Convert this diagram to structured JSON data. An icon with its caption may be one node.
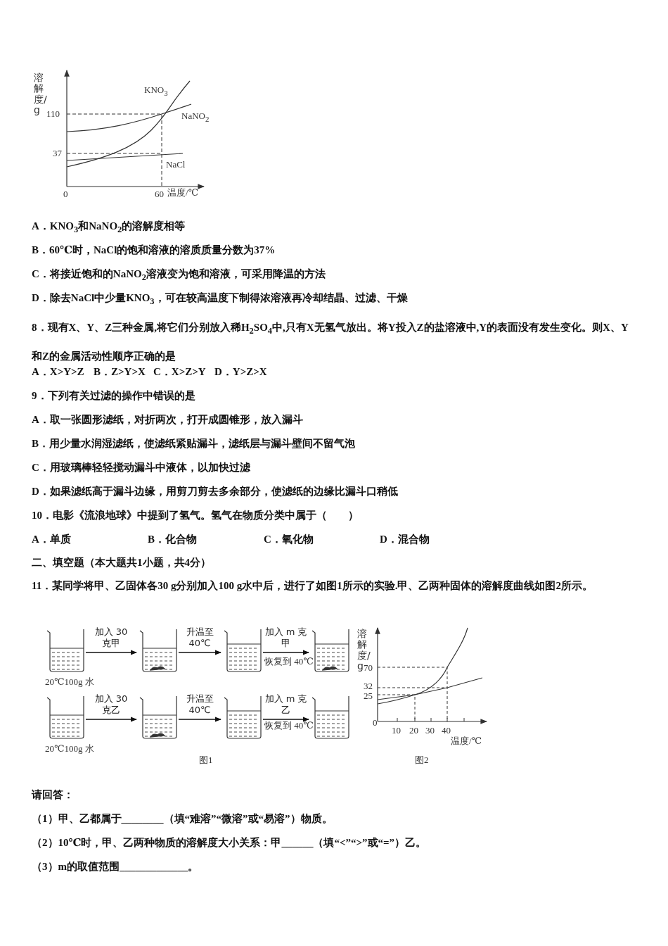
{
  "diagram": {
    "nodes": [
      {
        "text": [],
        "shape": "beaker",
        "beside": [
          "20℃100g 水"
        ]
      },
      {
        "text": [],
        "shape": "beaker"
      },
      {
        "text": [],
        "shape": "beaker"
      },
      {
        "text": [],
        "shape": "beaker"
      },
      {
        "text": [],
        "shape": "beaker",
        "beside": [
          "20℃100g 水"
        ]
      },
      {
        "text": [],
        "shape": "beaker"
      },
      {
        "text": [],
        "shape": "beaker"
      },
      {
        "text": [],
        "shape": "beaker"
      }
    ],
    "edges": [
      {
        "from": 0,
        "to": 1,
        "arrow": "to",
        "label": "加入 30克甲"
      },
      {
        "from": 1,
        "to": 2,
        "arrow": "to",
        "label": "升温至 40℃"
      },
      {
        "from": 2,
        "to": 3,
        "arrow": "to",
        "label": "加入 m 克甲"
      },
      {
        "from": 4,
        "to": 5,
        "arrow": "to",
        "label": "加入 30克乙"
      },
      {
        "from": 5,
        "to": 6,
        "arrow": "to",
        "label": "升温至 40℃"
      },
      {
        "from": 6,
        "to": 7,
        "arrow": "to",
        "label": "加入 m 克乙"
      }
    ],
    "labels": [
      "溶解度/g",
      "KNO$_{3}$",
      "110",
      "NaNO$_{2}$",
      "37",
      "NaCl",
      "0",
      "60",
      "温度/℃",
      "A．KNO$_{3}$和NaNO$_{2}$的溶解度相等",
      "B．60℃时，NaCl的饱和溶液的溶质质量分数为37%",
      "C．将接近饱和的NaNO$_{2}$溶液变为饱和溶液，可采用降温的方法",
      "D．除去NaCl中少量KNO$_{3}$，可在较高温度下制得浓溶液再冷却结晶、过滤、干燥",
      "8．现有X、Y、Z三种金属,将它们分别放入稀H$_{2}$SO$_{4}$中,只有X无氢气放出。将Y投入Z的盐溶液中,Y的表面没有发生变化。则X、Y和Z的金属活动性顺序正确的是",
      "A．X>Y>Z",
      "B．Z>Y>X",
      "C．X>Z>Y",
      "D．Y>Z>X",
      "9．下列有关过滤的操作中错误的是",
      "A．取一张圆形滤纸，对折两次，打开成圆锥形，放入漏斗",
      "B．用少量水润湿滤纸，使滤纸紧贴漏斗，滤纸层与漏斗壁间不留气泡",
      "C．用玻璃棒轻轻搅动漏斗中液体，以加快过滤",
      "D．如果滤纸高于漏斗边缘，用剪刀剪去多余部分，使滤纸的边缘比漏斗口稍低",
      "10．电影《流浪地球》中提到了氢气。氢气在物质分类中属于（　　）",
      "A．单质",
      "B．化合物",
      "C．氧化物",
      "D．混合物",
      "二、填空题（本大题共1小题，共4分）",
      "11．某同学将甲、乙固体各30 g分别加入100 g水中后，进行了如图1所示的实验.甲、乙两种固体的溶解度曲线如图2所示。",
      "恢复到 40℃",
      "恢复到 40℃",
      "溶解度/g",
      "70",
      "32",
      "25",
      "0",
      "10",
      "20",
      "30",
      "40",
      "温度/℃",
      "图1",
      "图2",
      "请回答：",
      "（1）甲、乙都属于________（填“难溶”“微溶”或“易溶”）物质。",
      "（2）10℃时，甲、乙两种物质的溶解度大小关系：甲______（填“<”“>”或“=”）乙。",
      "（3）m的取值范围_____________。"
    ]
  }
}
